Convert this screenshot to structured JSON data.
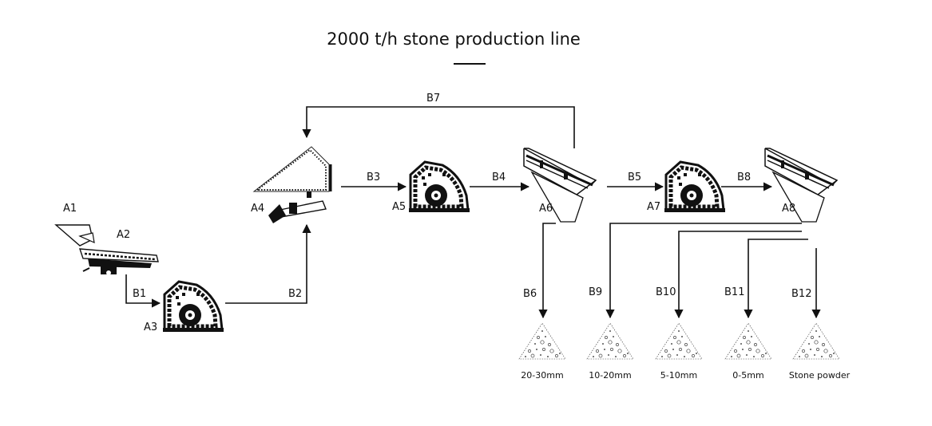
{
  "title": "2000 t/h stone production line",
  "equipment": {
    "a1": "A1",
    "a2": "A2",
    "a3": "A3",
    "a4": "A4",
    "a5": "A5",
    "a6": "A6",
    "a7": "A7",
    "a8": "A8"
  },
  "conveyors": {
    "b1": "B1",
    "b2": "B2",
    "b3": "B3",
    "b4": "B4",
    "b5": "B5",
    "b6": "B6",
    "b7": "B7",
    "b8": "B8",
    "b9": "B9",
    "b10": "B10",
    "b11": "B11",
    "b12": "B12"
  },
  "products": [
    "20-30mm",
    "10-20mm",
    "5-10mm",
    "0-5mm",
    "Stone powder"
  ]
}
